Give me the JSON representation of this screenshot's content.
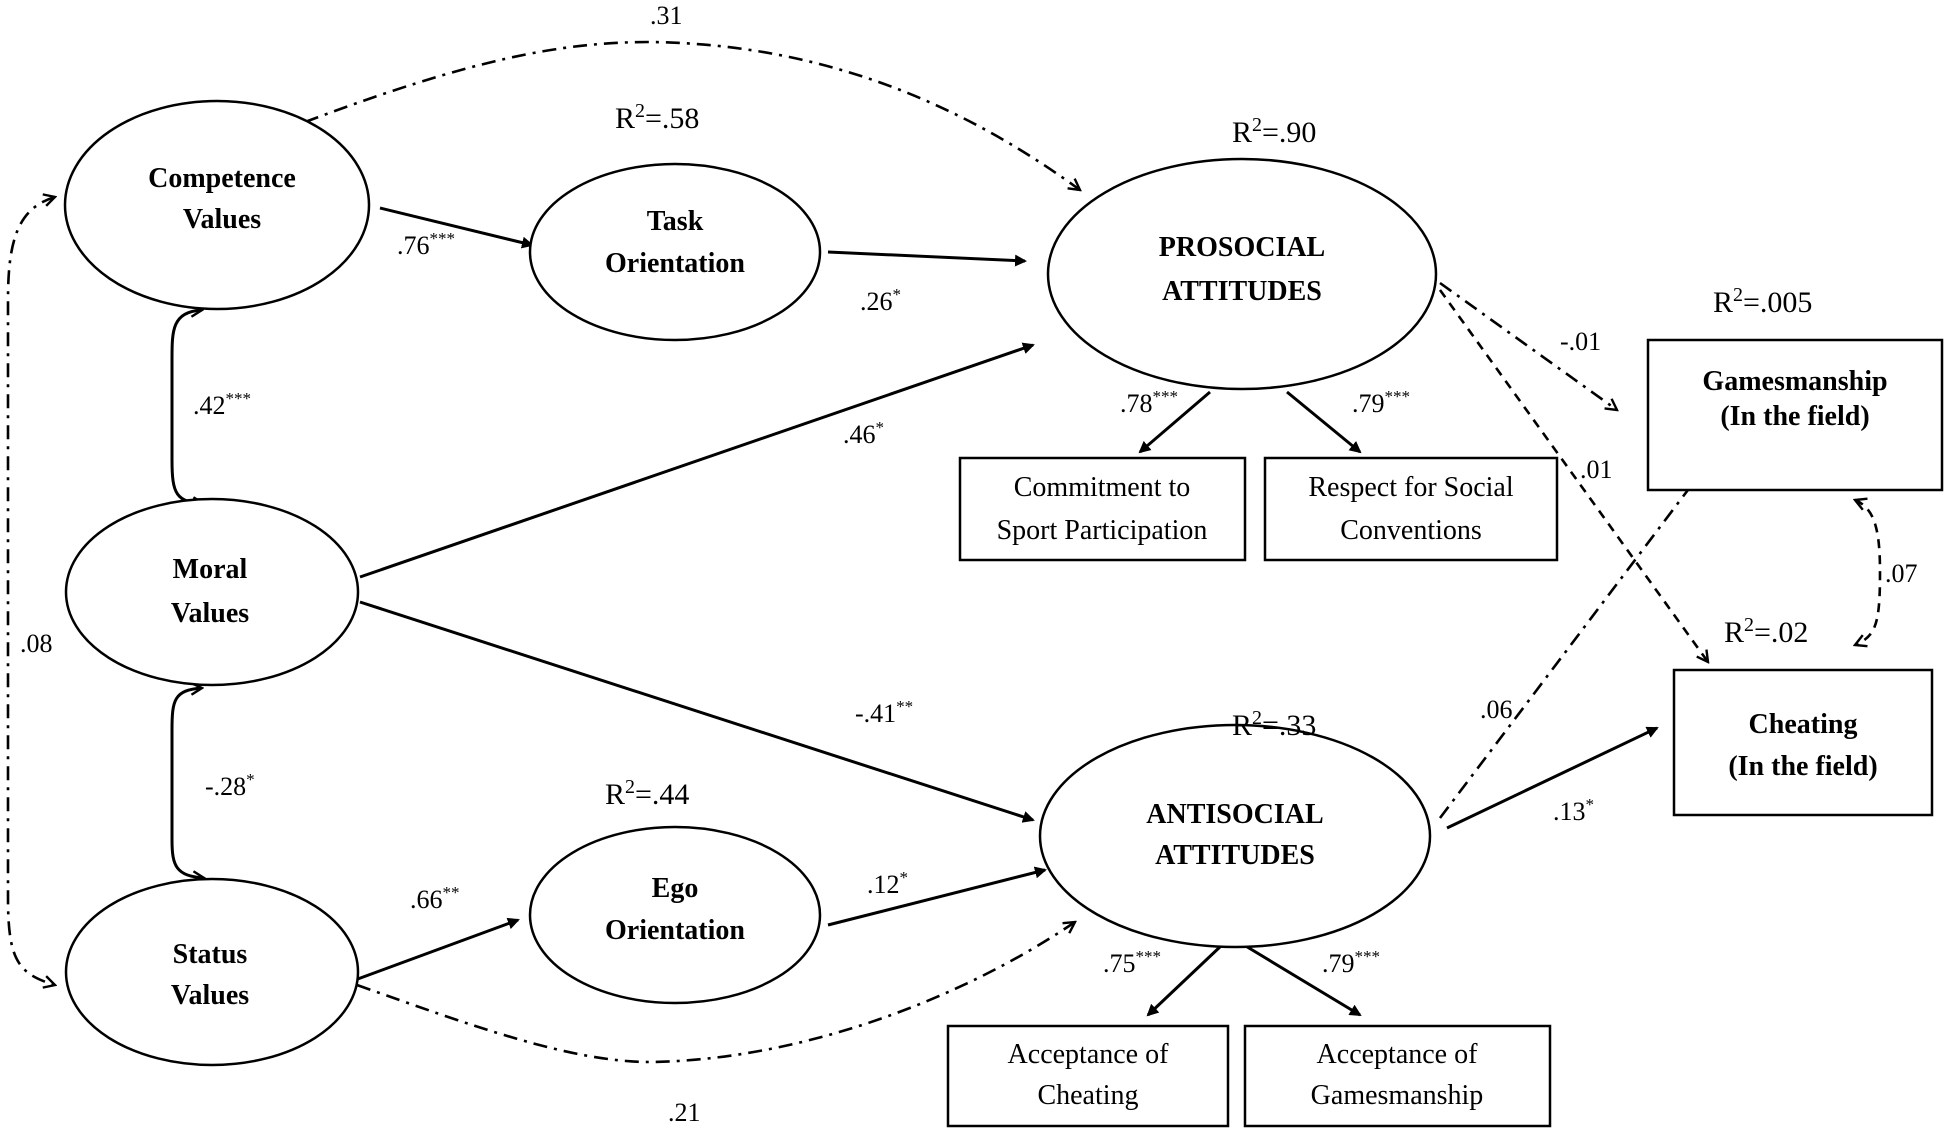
{
  "nodes": {
    "competence_values": [
      "Competence",
      "Values"
    ],
    "moral_values": [
      "Moral",
      "Values"
    ],
    "status_values": [
      "Status",
      "Values"
    ],
    "task_orientation": [
      "Task",
      "Orientation"
    ],
    "ego_orientation": [
      "Ego",
      "Orientation"
    ],
    "prosocial_attitudes": [
      "PROSOCIAL",
      "ATTITUDES"
    ],
    "antisocial_attitudes": [
      "ANTISOCIAL",
      "ATTITUDES"
    ],
    "commitment": [
      "Commitment to",
      "Sport Participation"
    ],
    "respect": [
      "Respect for Social",
      "Conventions"
    ],
    "acceptance_cheating": [
      "Acceptance of",
      "Cheating"
    ],
    "acceptance_gamesmanship": [
      "Acceptance of",
      "Gamesmanship"
    ],
    "gamesmanship_field": [
      "Gamesmanship",
      "(In the field)"
    ],
    "cheating_field": [
      "Cheating",
      "(In the field)"
    ]
  },
  "r_squared": {
    "task": {
      "base": "R",
      "sup": "2",
      "rest": "=.58"
    },
    "ego": {
      "base": "R",
      "sup": "2",
      "rest": "=.44"
    },
    "prosocial": {
      "base": "R",
      "sup": "2",
      "rest": "=.90"
    },
    "antisocial": {
      "base": "R",
      "sup": "2",
      "rest": "=.33"
    },
    "gamesmanship": {
      "base": "R",
      "sup": "2",
      "rest": "=.005"
    },
    "cheating": {
      "base": "R",
      "sup": "2",
      "rest": "=.02"
    }
  },
  "coefficients": {
    "competence_to_prosocial": {
      "value": ".31",
      "stars": ""
    },
    "competence_to_task": {
      "value": ".76",
      "stars": "***"
    },
    "task_to_prosocial": {
      "value": ".26",
      "stars": "*"
    },
    "competence_moral": {
      "value": ".42",
      "stars": "***"
    },
    "moral_to_prosocial": {
      "value": ".46",
      "stars": "*"
    },
    "competence_status": {
      "value": ".08",
      "stars": ""
    },
    "moral_to_antisocial": {
      "value": "-.41",
      "stars": "**"
    },
    "moral_status": {
      "value": "-.28",
      "stars": "*"
    },
    "status_to_ego": {
      "value": ".66",
      "stars": "**"
    },
    "ego_to_antisocial": {
      "value": ".12",
      "stars": "*"
    },
    "status_to_antisocial": {
      "value": ".21",
      "stars": ""
    },
    "prosocial_to_commitment": {
      "value": ".78",
      "stars": "***"
    },
    "prosocial_to_respect": {
      "value": ".79",
      "stars": "***"
    },
    "antisocial_to_acc_cheating": {
      "value": ".75",
      "stars": "***"
    },
    "antisocial_to_acc_gamesmanship": {
      "value": ".79",
      "stars": "***"
    },
    "prosocial_to_gamesmanship": {
      "value": "-.01",
      "stars": ""
    },
    "prosocial_to_cheating": {
      "value": ".01",
      "stars": ""
    },
    "antisocial_to_gamesmanship": {
      "value": ".06",
      "stars": ""
    },
    "antisocial_to_cheating": {
      "value": ".13",
      "stars": "*"
    },
    "gamesmanship_cheating": {
      "value": ".07",
      "stars": ""
    }
  }
}
